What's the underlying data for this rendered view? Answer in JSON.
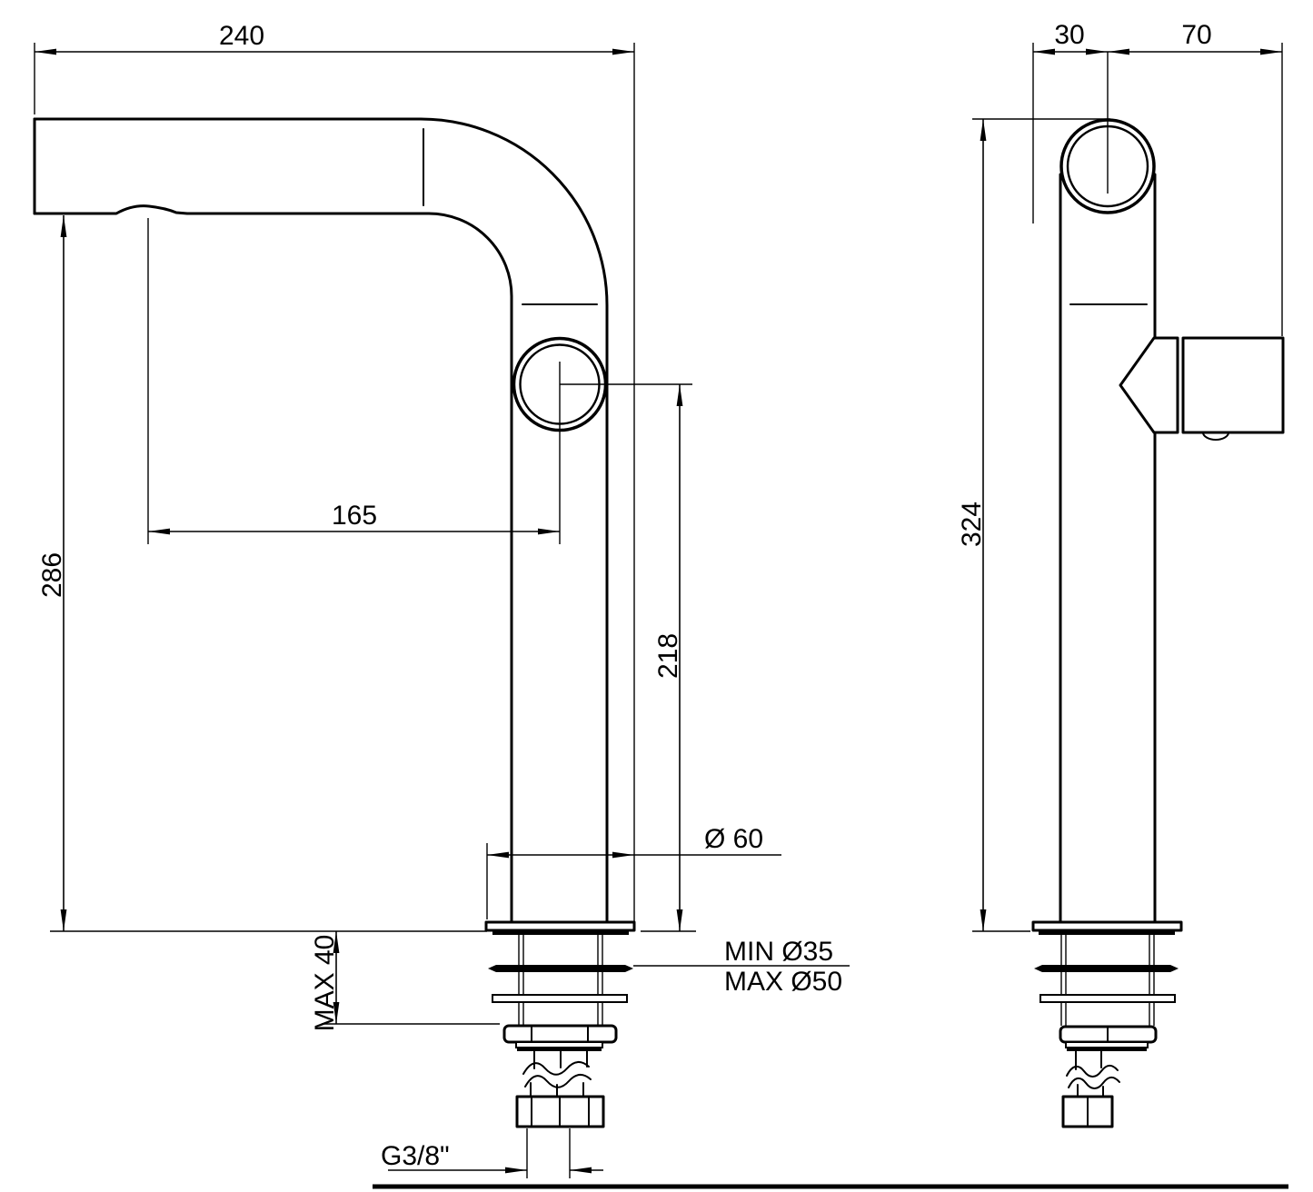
{
  "drawing": {
    "type": "technical dimension drawing",
    "subject": "tall single-lever basin mixer tap, front and side elevations",
    "units": "mm",
    "line_color": "#000000",
    "background_color": "#ffffff"
  },
  "front_view": {
    "spout_reach": "240",
    "height_under_spout": "286",
    "outlet_to_body_axis": "165",
    "handle_axis_to_deck": "218",
    "base_diameter": "Ø 60",
    "hole_min": "MIN Ø35",
    "hole_max": "MAX Ø50",
    "deck_max_thickness": "MAX 40",
    "supply_thread": "G3/8\""
  },
  "side_view": {
    "overall_height": "324",
    "base_edge_to_axis": "30",
    "handle_projection": "70"
  }
}
